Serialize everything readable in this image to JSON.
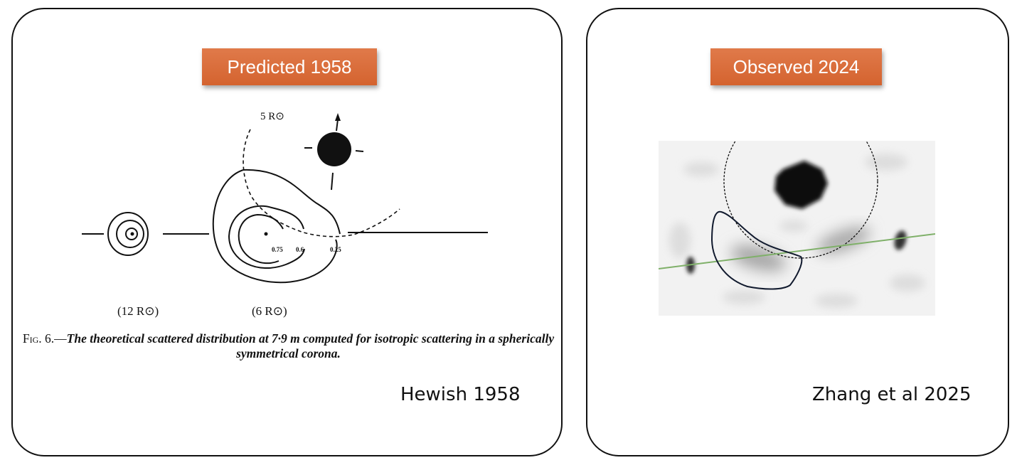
{
  "panels": {
    "left": {
      "badge": "Predicted 1958",
      "credit": "Hewish 1958",
      "figure": {
        "sun_radius_label": "5 R⊙",
        "contour_labels": [
          "0.75",
          "0.6",
          "0.25"
        ],
        "source_labels": [
          "(12 R⊙)",
          "(6 R⊙)"
        ],
        "caption_prefix": "Fig. 6.—",
        "caption_text": "The theoretical scattered distribution at 7·9 m computed for isotropic scattering in a spherically symmetrical corona."
      }
    },
    "right": {
      "badge": "Observed 2024",
      "credit": "Zhang et al 2025",
      "image": {
        "description": "radio image with sun, dashed 5 R circle, contour outline and green ecliptic line",
        "line_color": "#7fb069"
      }
    }
  },
  "colors": {
    "badge_bg": "#d9693a",
    "badge_text": "#ffffff",
    "panel_border": "#111111"
  }
}
